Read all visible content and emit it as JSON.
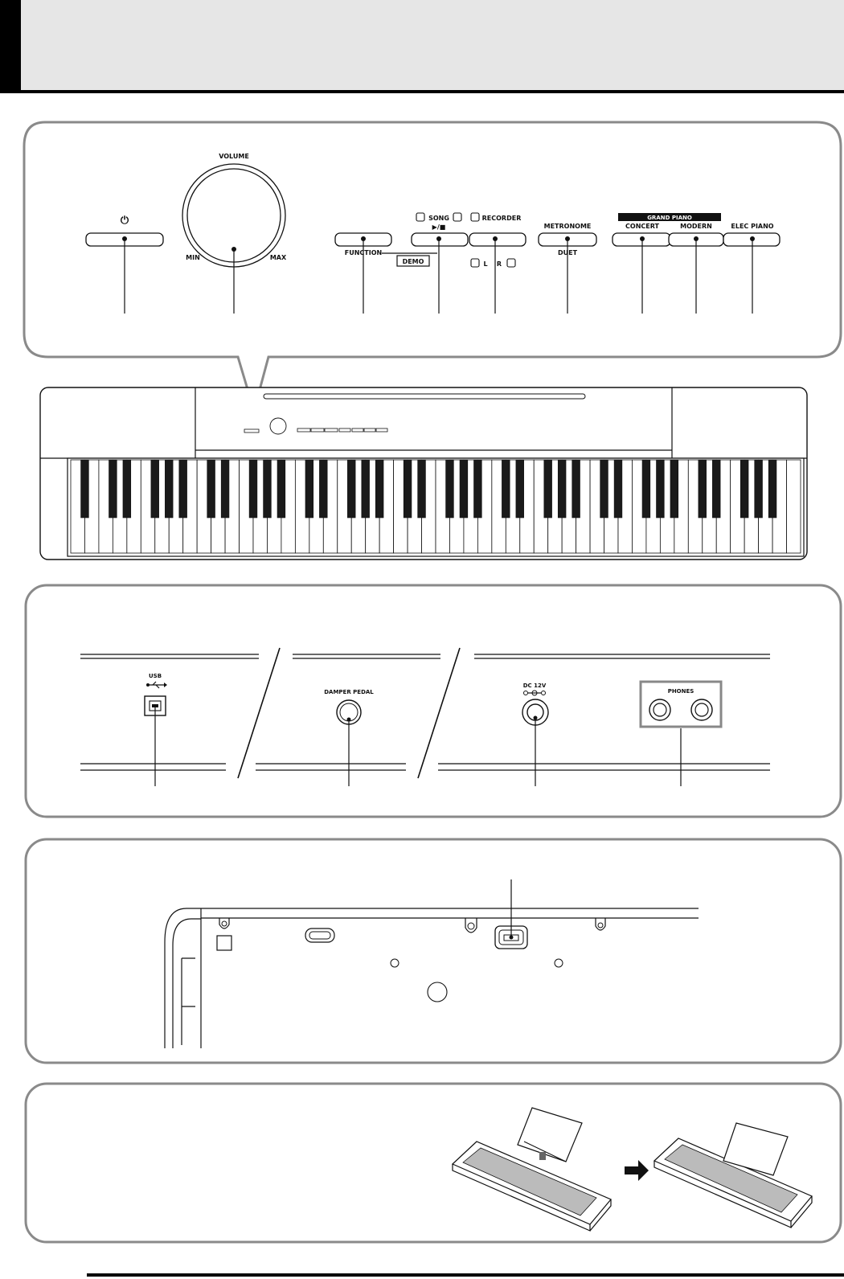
{
  "header": {
    "title": ""
  },
  "top_panel": {
    "power_symbol": "⏻",
    "volume": "VOLUME",
    "min": "MIN",
    "max": "MAX",
    "function": "FUNCTION",
    "demo": "DEMO",
    "song": "SONG",
    "play_stop": "▶/■",
    "recorder": "RECORDER",
    "l": "L",
    "r": "R",
    "metronome": "METRONOME",
    "duet": "DUET",
    "grand_piano": "GRAND PIANO",
    "concert": "CONCERT",
    "modern": "MODERN",
    "elec_piano": "ELEC PIANO"
  },
  "jacks_panel": {
    "usb": "USB",
    "damper_pedal": "DAMPER PEDAL",
    "dc": "DC 12V",
    "phones": "PHONES"
  },
  "colors": {
    "panel_border": "#8a8a8a",
    "header_band": "#e6e6e6",
    "ink": "#111111"
  },
  "icons": [
    "power-icon",
    "usb-icon",
    "dc-polarity-icon",
    "arrow-right-icon"
  ]
}
